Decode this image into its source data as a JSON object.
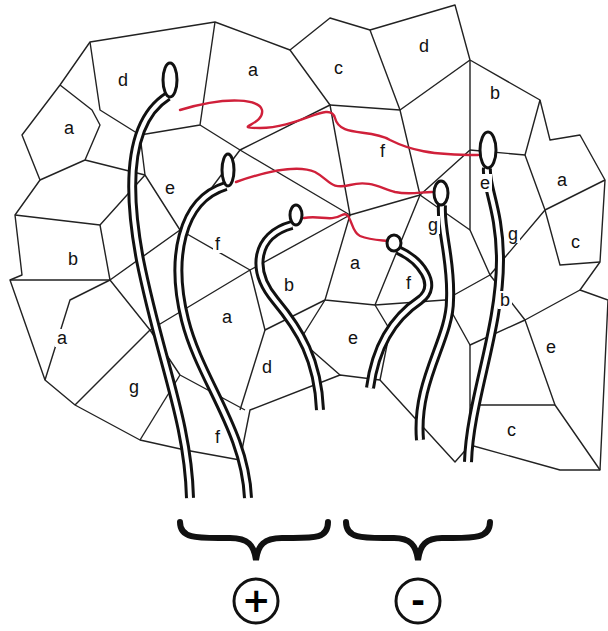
{
  "diagram": {
    "labels": [
      "d",
      "a",
      "c",
      "d",
      "a",
      "b",
      "f",
      "e",
      "e",
      "a",
      "b",
      "f",
      "g",
      "g",
      "c",
      "a",
      "b",
      "f",
      "a",
      "b",
      "e",
      "a",
      "e",
      "d",
      "g",
      "f",
      "c",
      "+",
      "-"
    ]
  }
}
